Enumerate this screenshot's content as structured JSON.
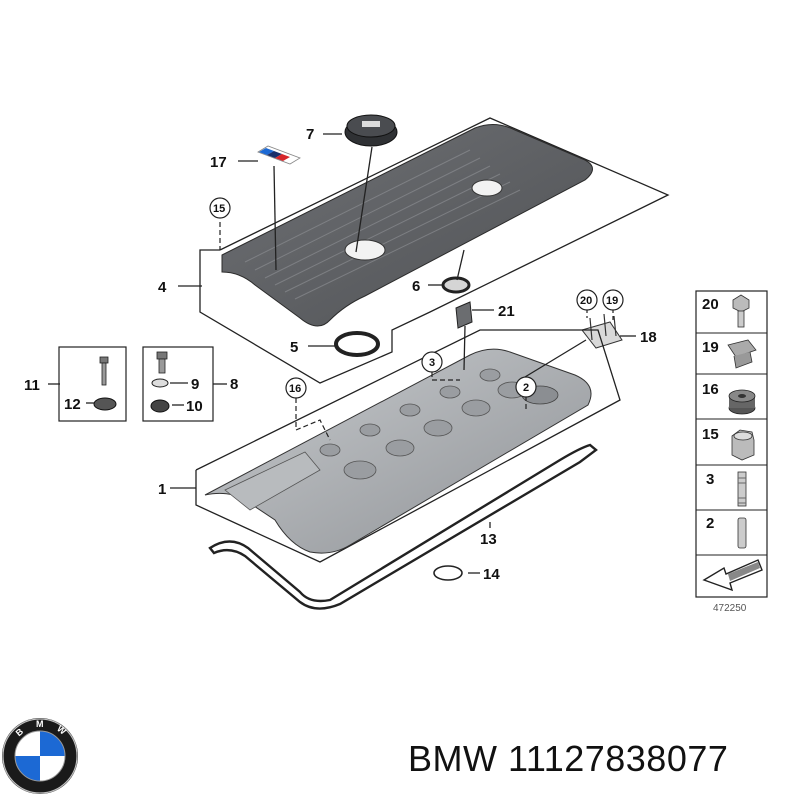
{
  "callouts": {
    "c1": "1",
    "c4": "4",
    "c5": "5",
    "c6": "6",
    "c7": "7",
    "c8": "8",
    "c9": "9",
    "c10": "10",
    "c11": "11",
    "c12": "12",
    "c13": "13",
    "c14": "14",
    "c17": "17",
    "c18": "18",
    "c21": "21"
  },
  "circled": {
    "c15": "15",
    "c16": "16",
    "c3": "3",
    "c2": "2",
    "c20": "20",
    "c19": "19"
  },
  "legend": {
    "items": [
      "20",
      "19",
      "16",
      "15",
      "3",
      "2"
    ],
    "diagram_ref": "472250"
  },
  "footer": {
    "brand": "BMW",
    "part_number": "11127838077",
    "logo_icon": "bmw-roundel-logo",
    "logo_letters": "BMW"
  },
  "colors": {
    "cover_dark": "#5a5c5f",
    "cover_mid": "#6e7074",
    "valve_cover": "#a7aaae",
    "valve_cover_light": "#c5c8cb",
    "logo_blue": "#1c69d4",
    "logo_ring": "#1a1a1a"
  }
}
